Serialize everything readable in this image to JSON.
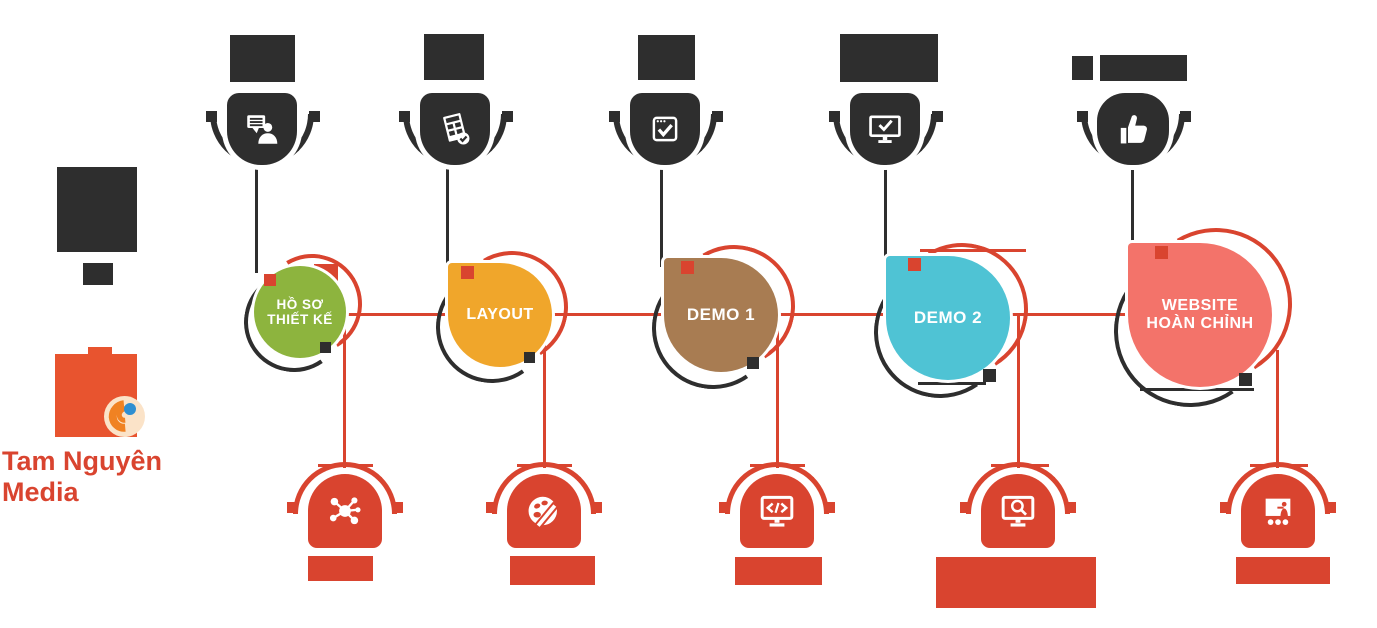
{
  "brand": {
    "name": "Tam Nguyên Media"
  },
  "colors": {
    "accent_red": "#d9442f",
    "dark": "#2e2e2e",
    "step_green": "#8db43e",
    "step_yellow": "#f0a62b",
    "step_brown": "#a87c52",
    "step_teal": "#4fc3d4",
    "step_salmon": "#f3736a",
    "logo_orange": "#e8542f",
    "logo_swirl_orange": "#f08222",
    "logo_swirl_blue": "#2f8fd1",
    "logo_swirl_cream": "#fbe3c8"
  },
  "steps": [
    {
      "label_line1": "HỒ SƠ",
      "label_line2": "THIẾT KẾ",
      "color": "#8db43e",
      "top_icon": "consultation-icon",
      "bottom_icon": "network-icon"
    },
    {
      "label_line1": "LAYOUT",
      "label_line2": "",
      "color": "#f0a62b",
      "top_icon": "quote-check-icon",
      "bottom_icon": "palette-icon"
    },
    {
      "label_line1": "DEMO 1",
      "label_line2": "",
      "color": "#a87c52",
      "top_icon": "browser-check-icon",
      "bottom_icon": "code-monitor-icon"
    },
    {
      "label_line1": "DEMO 2",
      "label_line2": "",
      "color": "#4fc3d4",
      "top_icon": "monitor-check-icon",
      "bottom_icon": "search-monitor-icon"
    },
    {
      "label_line1": "WEBSITE",
      "label_line2": "HOÀN CHỈNH",
      "color": "#f3736a",
      "top_icon": "thumbs-up-icon",
      "bottom_icon": "training-board-icon"
    }
  ]
}
